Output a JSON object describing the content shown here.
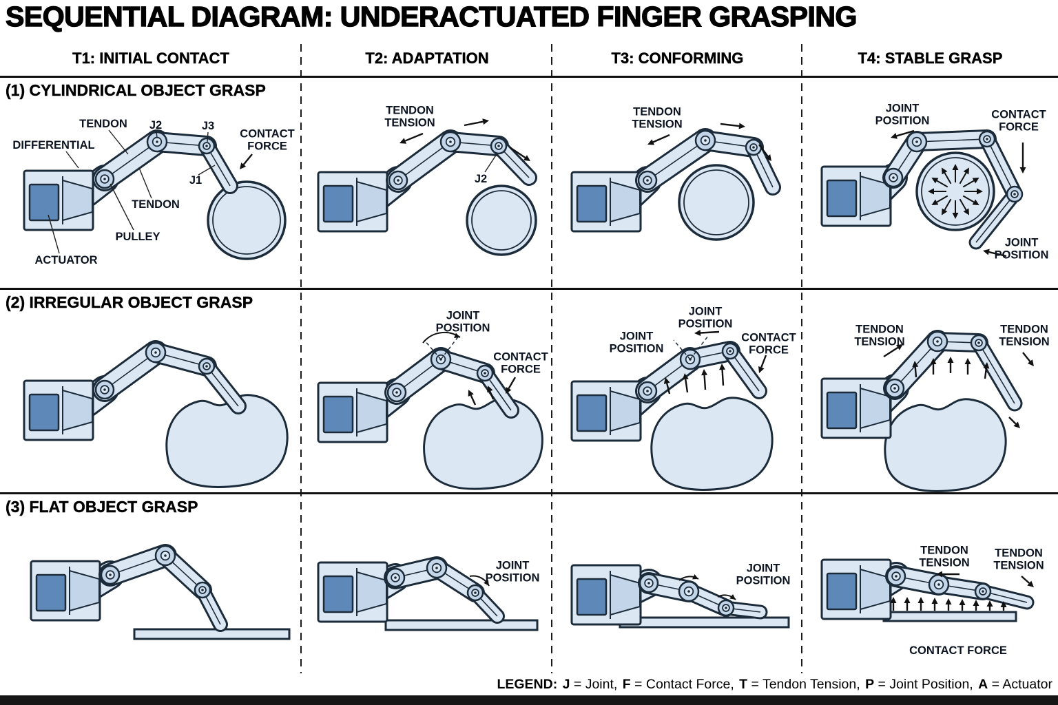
{
  "title": "SEQUENTIAL DIAGRAM: UNDERACTUATED FINGER GRASPING",
  "columns": [
    {
      "id": "t1",
      "label": "T1: INITIAL CONTACT"
    },
    {
      "id": "t2",
      "label": "T2: ADAPTATION"
    },
    {
      "id": "t3",
      "label": "T3: CONFORMING"
    },
    {
      "id": "t4",
      "label": "T4: STABLE GRASP"
    }
  ],
  "rows": [
    {
      "id": "1",
      "label": "(1) CYLINDRICAL OBJECT GRASP"
    },
    {
      "id": "2",
      "label": "(2) IRREGULAR OBJECT GRASP"
    },
    {
      "id": "3",
      "label": "(3) FLAT OBJECT GRASP"
    }
  ],
  "cells": {
    "r1c1": {
      "labels": {
        "differential": "DIFFERENTIAL",
        "tendon_top": "TENDON",
        "j2": "J2",
        "j3": "J3",
        "contact_force": "CONTACT FORCE",
        "j1": "J1",
        "tendon_mid": "TENDON",
        "pulley": "PULLEY",
        "actuator": "ACTUATOR"
      }
    },
    "r1c2": {
      "labels": {
        "tendon_tension": "TENDON TENSION",
        "j2": "J2"
      }
    },
    "r1c3": {
      "labels": {
        "tendon_tension": "TENDON TENSION"
      }
    },
    "r1c4": {
      "labels": {
        "joint_position_top": "JOINT POSITION",
        "contact_force": "CONTACT FORCE",
        "joint_position_bottom": "JOINT POSITION"
      }
    },
    "r2c1": {
      "labels": {}
    },
    "r2c2": {
      "labels": {
        "joint_position": "JOINT POSITION",
        "contact_force": "CONTACT FORCE"
      }
    },
    "r2c3": {
      "labels": {
        "joint_position_left": "JOINT POSITION",
        "joint_position_top": "JOINT POSITION",
        "contact_force": "CONTACT FORCE"
      }
    },
    "r2c4": {
      "labels": {
        "tendon_tension_left": "TENDON TENSION",
        "tendon_tension_right": "TENDON TENSION"
      }
    },
    "r3c1": {
      "labels": {}
    },
    "r3c2": {
      "labels": {
        "joint_position": "JOINT POSITION"
      }
    },
    "r3c3": {
      "labels": {
        "joint_position": "JOINT POSITION"
      }
    },
    "r3c4": {
      "labels": {
        "tendon_tension_left": "TENDON TENSION",
        "tendon_tension_right": "TENDON TENSION",
        "contact_force": "CONTACT FORCE"
      }
    }
  },
  "legend": {
    "prefix": "LEGEND:",
    "items": [
      {
        "key": "J",
        "suffix": " = Joint, "
      },
      {
        "key": "F",
        "suffix": " = Contact Force, "
      },
      {
        "key": "T",
        "suffix": " = Tendon Tension, "
      },
      {
        "key": "P",
        "suffix": " = Joint Position, "
      },
      {
        "key": "A",
        "suffix": " = Actuator"
      }
    ]
  },
  "colors": {
    "outline": "#1c2b3a",
    "fill_light": "#dbe7f3",
    "fill_mid": "#c3d6e9",
    "actuator": "#5d88b8",
    "background": "#ffffff"
  }
}
